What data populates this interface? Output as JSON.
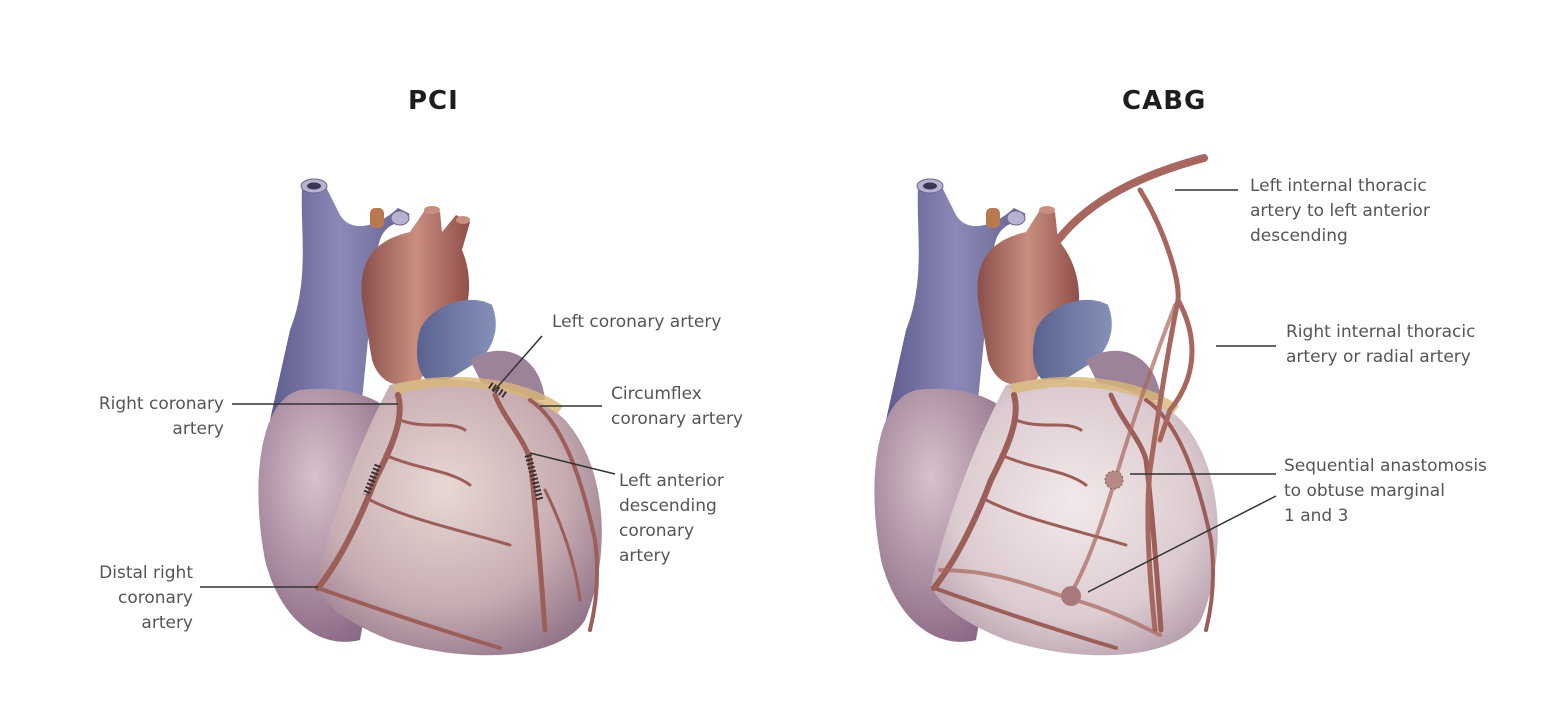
{
  "panels": {
    "pci": {
      "title": "PCI",
      "labels": {
        "right_coronary": "Right coronary\nartery",
        "distal_right_coronary": "Distal right\ncoronary\nartery",
        "left_coronary": "Left coronary artery",
        "circumflex": "Circumflex\ncoronary artery",
        "lad": "Left anterior\ndescending\ncoronary\nartery"
      }
    },
    "cabg": {
      "title": "CABG",
      "labels": {
        "lita": "Left internal thoracic\nartery to left anterior\ndescending",
        "rita": "Right internal thoracic\nartery or radial artery",
        "sequential": "Sequential anastomosis\nto obtuse marginal\n1 and 3"
      }
    }
  },
  "colors": {
    "vein_blue": "#7d7aa8",
    "aorta_red": "#a8675e",
    "heart_mauve": "#a8899c",
    "heart_light": "#d9c6c9",
    "artery": "#9c5e58",
    "fat_yellow": "#d9b878",
    "leader_line": "#333333"
  }
}
